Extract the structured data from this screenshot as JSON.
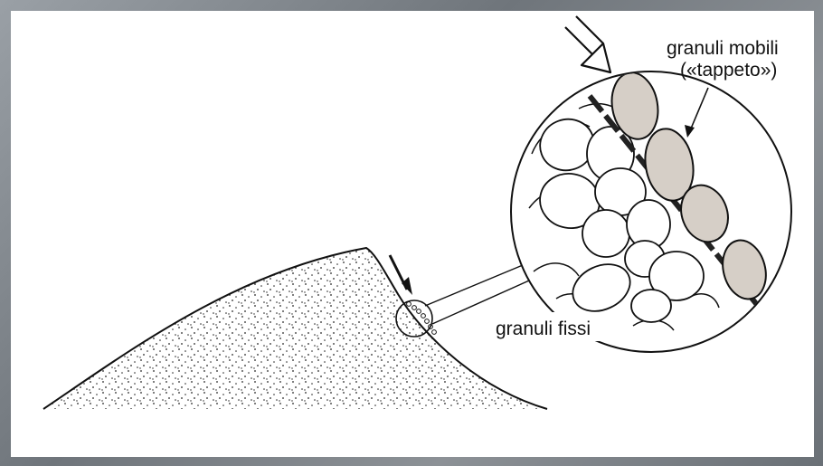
{
  "labels": {
    "moving_grains_line1": "granuli mobili",
    "moving_grains_line2": "(«tappeto»)",
    "fixed_grains": "granuli fissi"
  },
  "colors": {
    "ink": "#111111",
    "moving_grain_fill": "#d6cfc7",
    "paper": "#ffffff",
    "frame": "#7d8288"
  }
}
